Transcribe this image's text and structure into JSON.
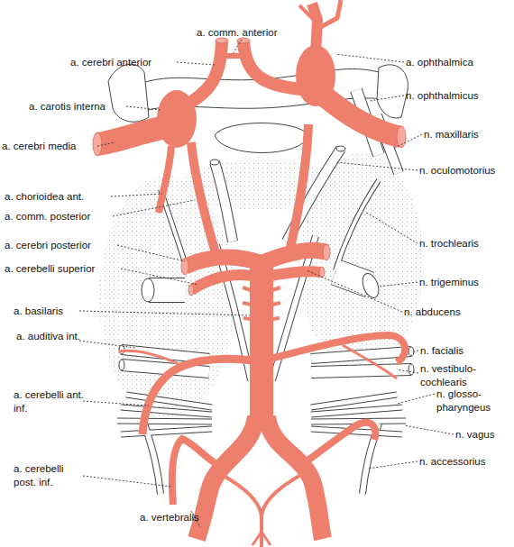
{
  "diagram": {
    "labels": [
      "a. comm. anterior",
      "a. cerebri anterior",
      "a. ophthalmica",
      "n. ophthalmicus",
      "a. carotis interna",
      "n. maxillaris",
      "a. cerebri media",
      "n. oculomotorius",
      "a. chorioidea ant.",
      "a. comm. posterior",
      "n. trochlearis",
      "a. cerebri posterior",
      "a. cerebelli superior",
      "n. trigeminus",
      "a. basilaris",
      "n. abducens",
      "a. auditiva int.",
      "n. facialis",
      "n. vestibulo- cochlearis",
      "a. cerebelli ant. inf.",
      "n. glosso- pharyngeus",
      "n. vagus",
      "n. accessorius",
      "a. cerebelli post. inf.",
      "a. vertebralis"
    ]
  }
}
